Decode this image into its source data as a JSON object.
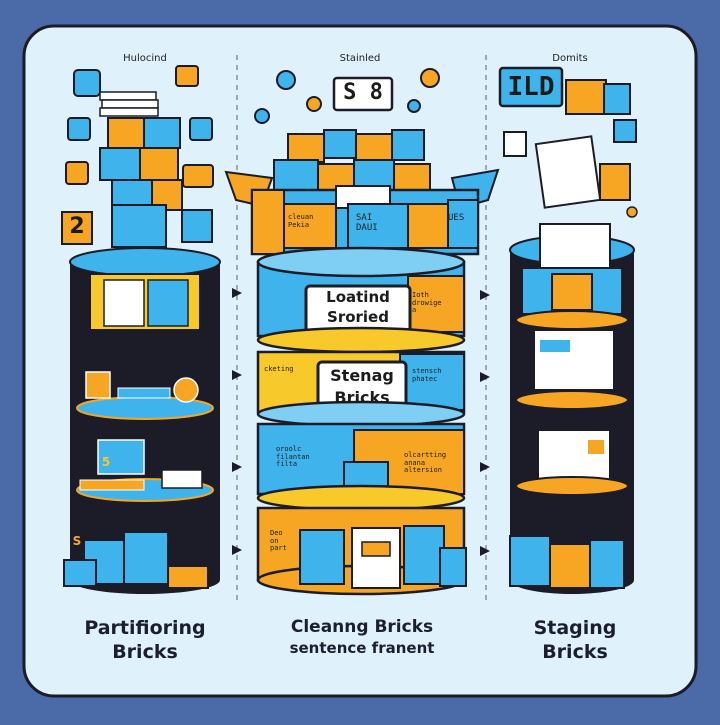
{
  "headers": {
    "left": "Hulocind",
    "middle": "Stainled",
    "right": "Domits"
  },
  "captions": {
    "left_line1": "Partifioring",
    "left_line2": "Bricks",
    "middle_line1": "Cleanng Bricks",
    "middle_line2": "sentence franent",
    "right_line1": "Staging",
    "right_line2": "Bricks"
  },
  "middle_tower": {
    "label_top_line1": "Loatind",
    "label_top_line2": "Sroried",
    "label_mid_line1": "Stenag",
    "label_mid_line2": "Bricks",
    "band1_right": "Ioth\ndrowige\na",
    "band2_left": "cketing",
    "band2_right": "stensch\nphatec",
    "band3_left": "oroolc\nfilantan\nfilta",
    "band3_right": "olcartting\nanana\naltersion",
    "band4_left": "Deo\non\npart",
    "block_top_left": "cleuan\nPekia",
    "block_top_mid": "SAI\nDAUI",
    "block_top_right": "UES"
  },
  "glyphs": {
    "left_badge_2": "2",
    "left_badge_5": "5",
    "left_badge_s": "S",
    "middle_s8": "S 8",
    "right_ild": "ILD"
  },
  "colors": {
    "background": "#4a6aa8",
    "panel": "#dff1fb",
    "blue": "#3fb4ec",
    "orange": "#f6a623",
    "dark": "#1b1c27",
    "yellow": "#f7c92b"
  }
}
